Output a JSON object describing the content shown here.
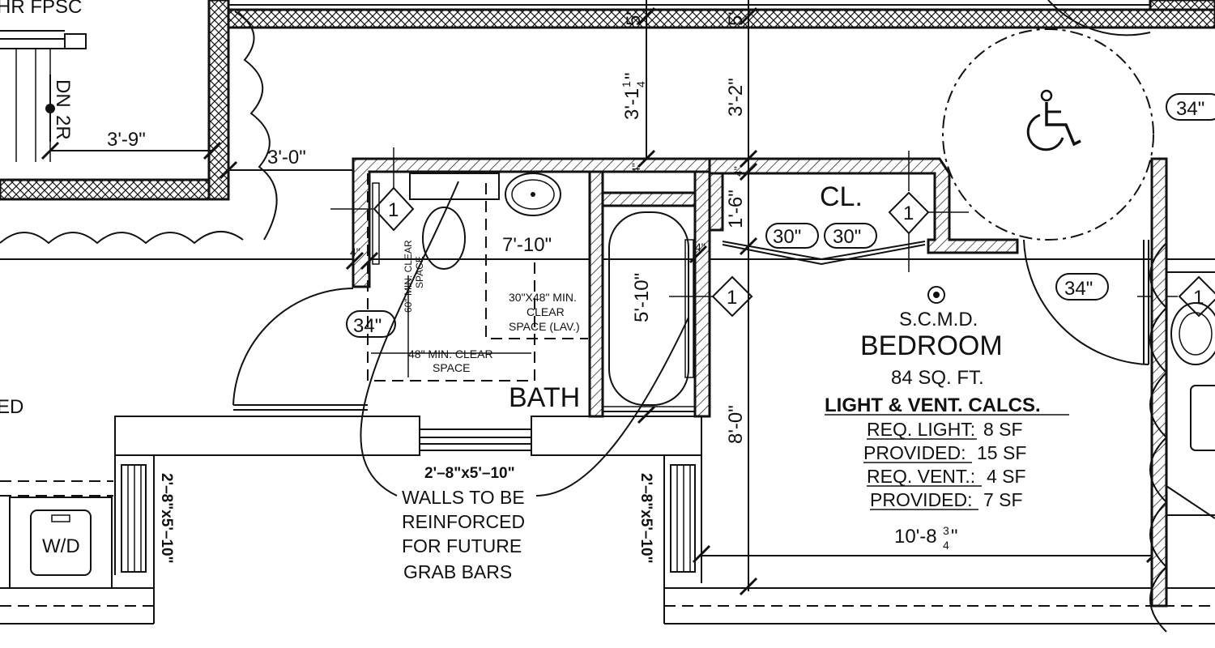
{
  "labels": {
    "top_left_fragment": "HR FPSC",
    "left_fragment": "ED",
    "stair_dn": "DN",
    "stair_risers": "2R",
    "closet": "CL.",
    "smoke_detector": "S.C.M.D.",
    "bedroom": "BEDROOM",
    "bedroom_area": "84 SQ. FT.",
    "bath": "BATH",
    "washer_dryer": "W/D"
  },
  "dimensions": {
    "d_3_9": "3'-9\"",
    "d_3_0": "3'-0\"",
    "d_7_10": "7'-10\"",
    "d_5_10": "5'-10\"",
    "d_3_1_main": "3'-1",
    "d_3_1_num": "1",
    "d_3_1_den": "4",
    "d_3_1_inch": "\"",
    "d_3_2": "3'-2\"",
    "d_1_6": "1'-6\"",
    "d_8_0": "8'-0\"",
    "d_10_8_main": "10'-8",
    "d_10_8_num": "3",
    "d_10_8_den": "4",
    "d_10_8_inch": "\"",
    "d_4a": "4\"",
    "d_4b": "4\"",
    "d_4c": "4\"",
    "d_4d": "4\"",
    "d_4e": "4\"",
    "d_5a": "5\"",
    "d_5b": "5\""
  },
  "door_tags": {
    "door_bath": "34\"",
    "door_cl_1": "30\"",
    "door_cl_2": "30\"",
    "door_bedroom": "34\"",
    "door_top_right": "34\""
  },
  "wall_tags": {
    "tag_1a": "1",
    "tag_1b": "1",
    "tag_1c": "1",
    "tag_1d": "1"
  },
  "clearances": {
    "lav_line1": "30\"X48\" MIN.",
    "lav_line2": "CLEAR",
    "lav_line3": "SPACE (LAV.)",
    "wc_vert_line1": "60\" MIN. CLEAR",
    "wc_vert_line2": "SPACE",
    "wc_horiz_line1": "48\" MIN. CLEAR",
    "wc_horiz_line2": "SPACE"
  },
  "windows": {
    "bottom": "2'–8\"x5'–10\"",
    "left": "2'–8\"x5'–10\"",
    "right": "2'–8\"x5'–10\""
  },
  "light_vent": {
    "title": "LIGHT & VENT. CALCS.",
    "req_light_label": "REQ. LIGHT:",
    "req_light_value": "8 SF",
    "light_provided_label": "PROVIDED:",
    "light_provided_value": "15 SF",
    "req_vent_label": "REQ. VENT.:",
    "req_vent_value": "4 SF",
    "vent_provided_label": "PROVIDED:",
    "vent_provided_value": "7 SF"
  },
  "note": {
    "line1": "WALLS TO BE",
    "line2": "REINFORCED",
    "line3": "FOR FUTURE",
    "line4": "GRAB BARS"
  },
  "icons": {
    "accessibility": "wheelchair-accessible-icon",
    "smoke_detector": "smoke-detector-icon"
  }
}
